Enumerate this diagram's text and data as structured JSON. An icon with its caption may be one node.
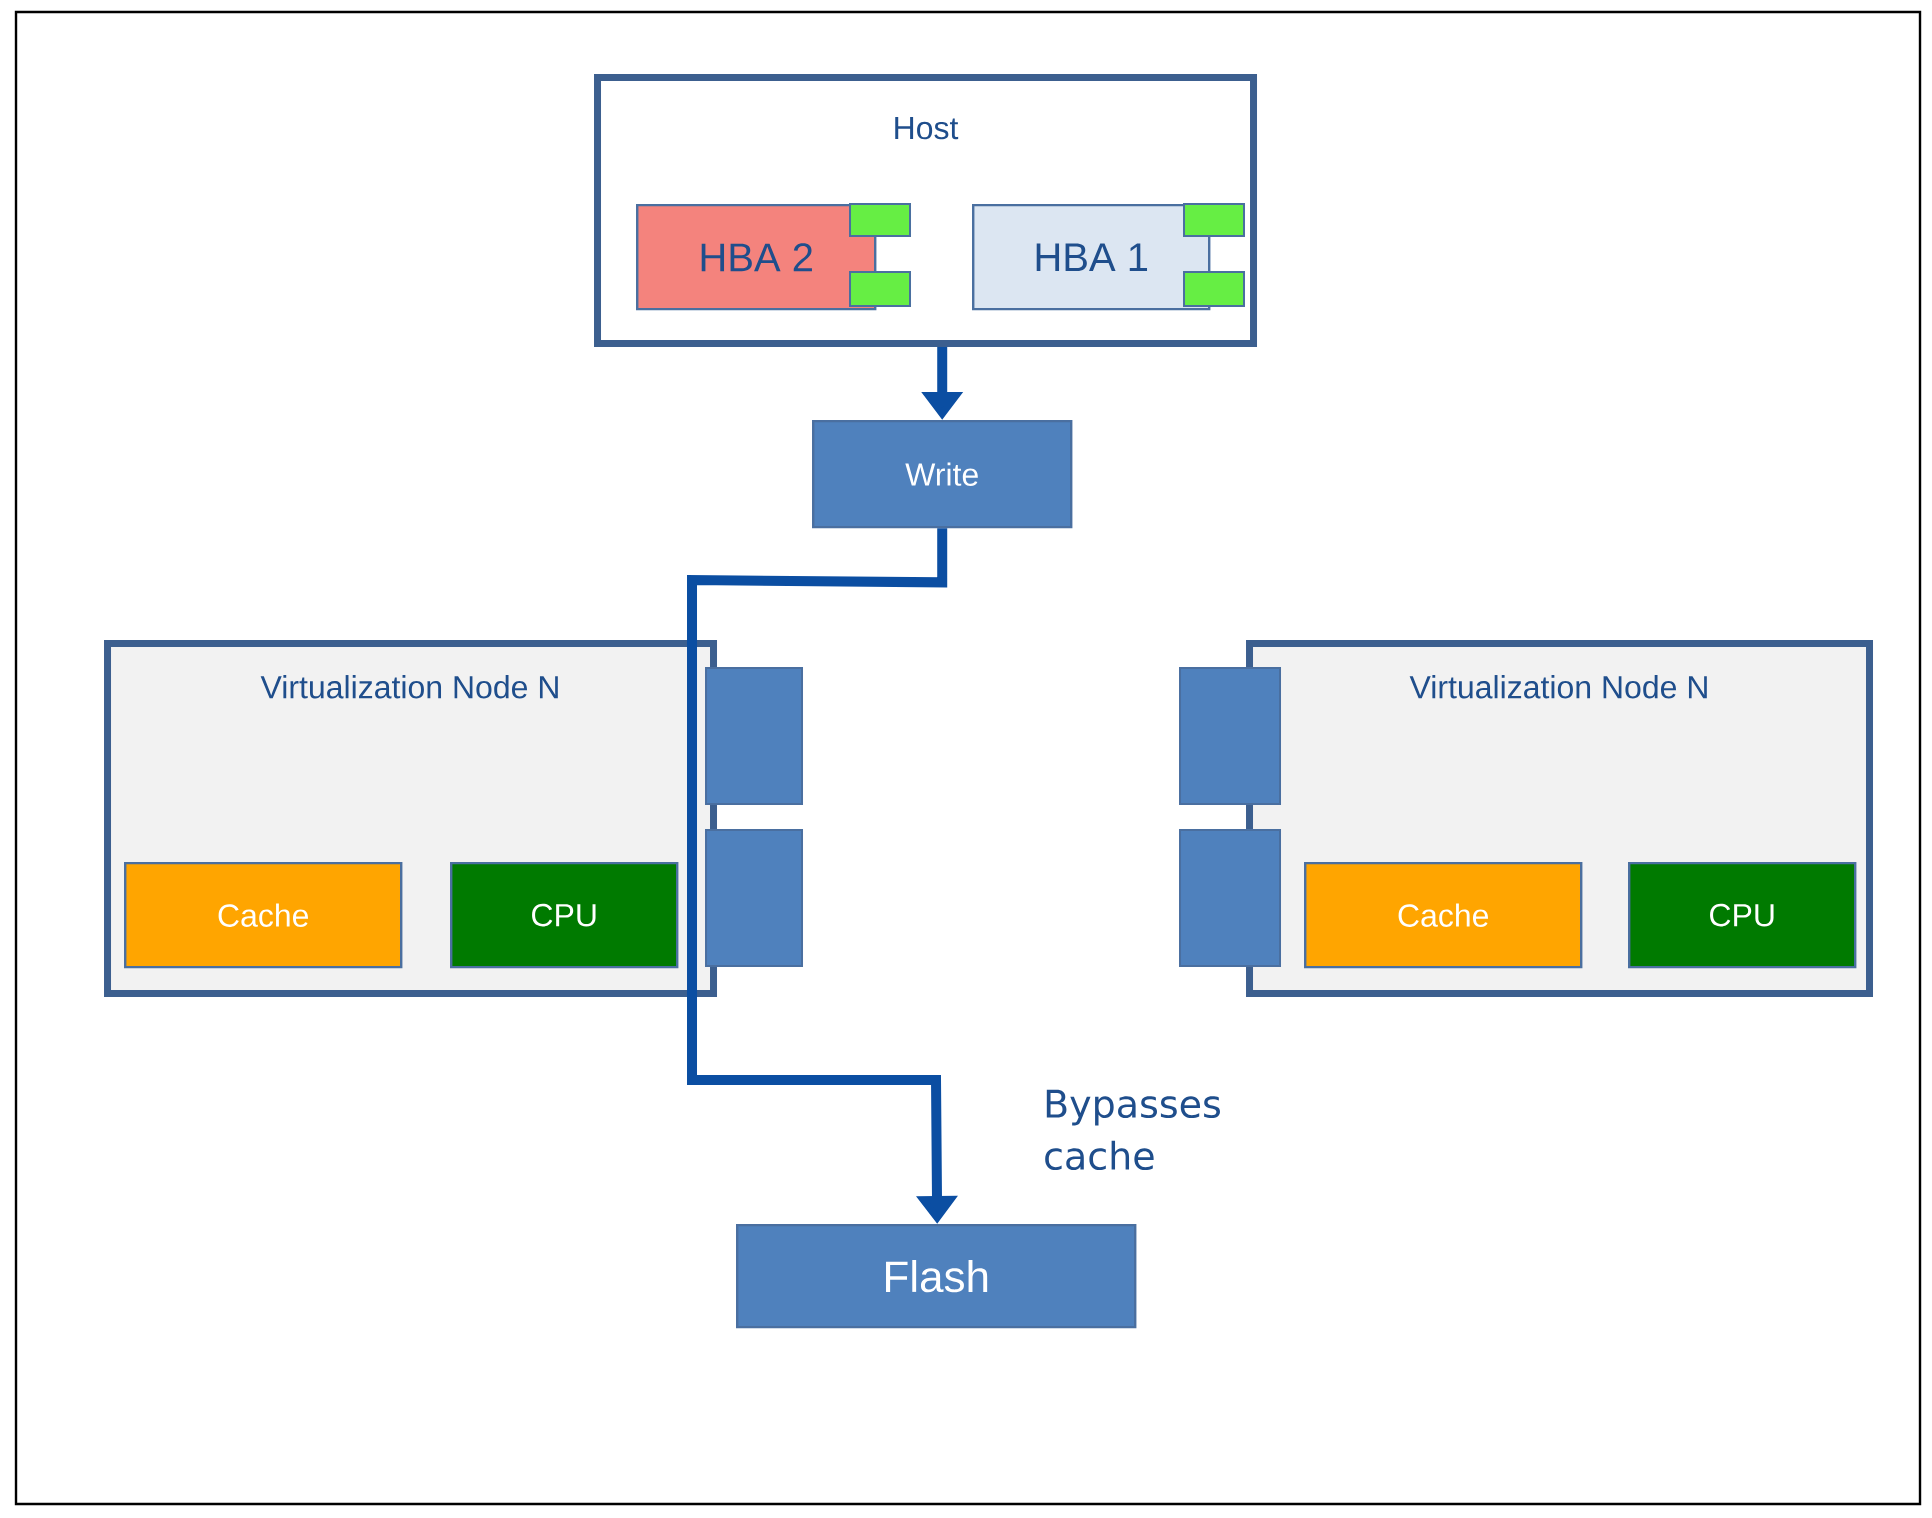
{
  "diagram": {
    "nodes": [
      {
        "text": [
          "Host"
        ]
      },
      {
        "text": [
          "HBA 2"
        ],
        "in": 0
      },
      {
        "text": [
          "HBA 1"
        ],
        "in": 0
      },
      {
        "text": [
          "Write"
        ]
      },
      {
        "text": [
          "Virtualization Node N"
        ]
      },
      {
        "text": [
          "Cache"
        ],
        "in": 4
      },
      {
        "text": [
          "CPU"
        ],
        "in": 4
      },
      {
        "text": [
          "Virtualization Node N"
        ]
      },
      {
        "text": [
          "Cache"
        ],
        "in": 7
      },
      {
        "text": [
          "CPU"
        ],
        "in": 7
      },
      {
        "text": [
          "Flash"
        ]
      }
    ],
    "edges": [
      {
        "from": 0,
        "to": 3,
        "arrow": "to"
      },
      {
        "from": 3,
        "to": 10,
        "arrow": "to",
        "label": "Bypasses cache"
      }
    ]
  }
}
